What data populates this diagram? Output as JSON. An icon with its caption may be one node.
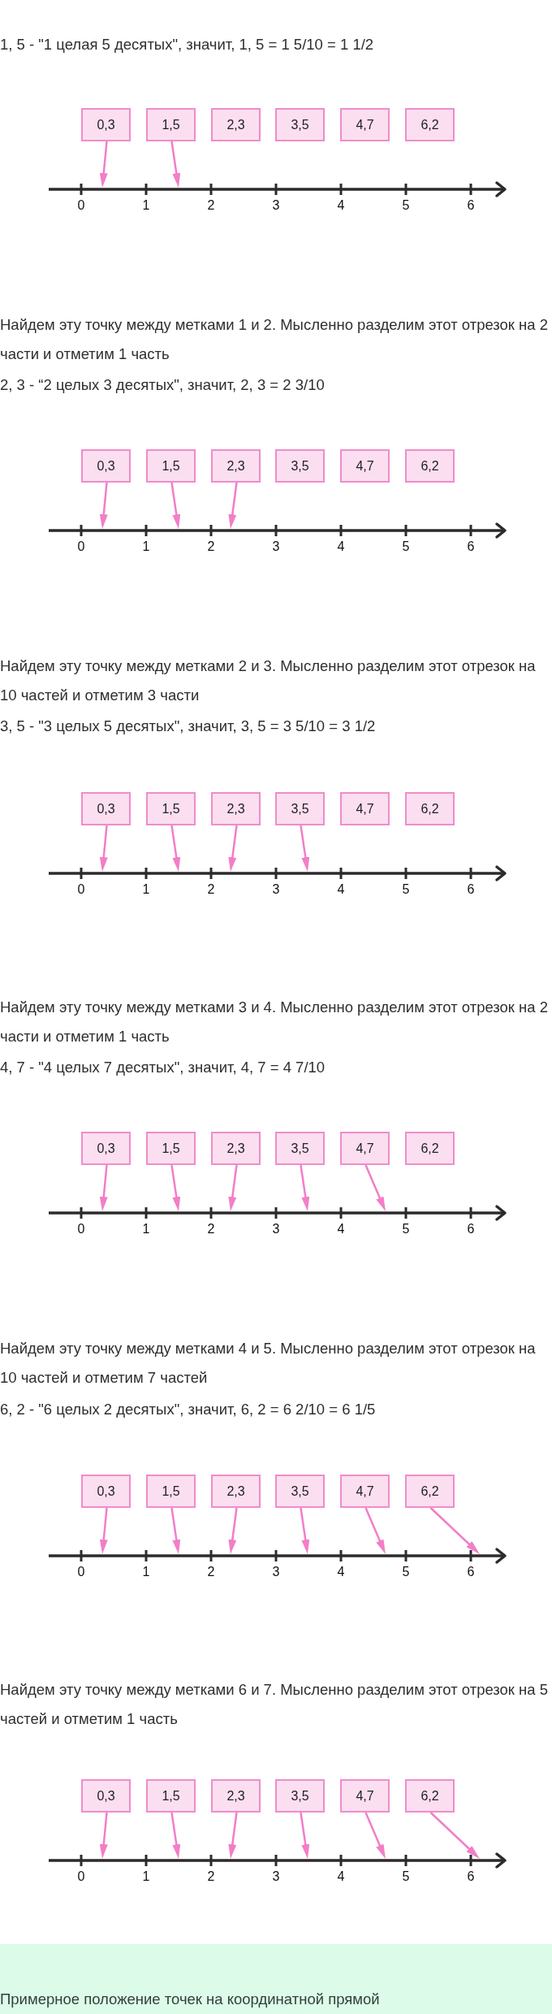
{
  "diagram": {
    "nodes": [
      {
        "text": [
          "0,3"
        ]
      },
      {
        "text": [
          "1,5"
        ]
      },
      {
        "text": [
          "2,3"
        ]
      },
      {
        "text": [
          "3,5"
        ]
      },
      {
        "text": [
          "4,7"
        ]
      },
      {
        "text": [
          "6,2"
        ]
      },
      {
        "text": [],
        "shape": "line",
        "beside": [
          "0",
          "1",
          "2",
          "3",
          "4",
          "5",
          "6"
        ]
      },
      {
        "text": [
          "0,3"
        ]
      },
      {
        "text": [
          "1,5"
        ]
      },
      {
        "text": [
          "2,3"
        ]
      },
      {
        "text": [
          "3,5"
        ]
      },
      {
        "text": [
          "4,7"
        ]
      },
      {
        "text": [
          "6,2"
        ]
      },
      {
        "text": [],
        "shape": "line",
        "beside": [
          "0",
          "1",
          "2",
          "3",
          "4",
          "5",
          "6"
        ]
      },
      {
        "text": [
          "0,3"
        ]
      },
      {
        "text": [
          "1,5"
        ]
      },
      {
        "text": [
          "2,3"
        ]
      },
      {
        "text": [
          "3,5"
        ]
      },
      {
        "text": [
          "4,7"
        ]
      },
      {
        "text": [
          "6,2"
        ]
      },
      {
        "text": [],
        "shape": "line",
        "beside": [
          "0",
          "1",
          "2",
          "3",
          "4",
          "5",
          "6"
        ]
      },
      {
        "text": [
          "0,3"
        ]
      },
      {
        "text": [
          "1,5"
        ]
      },
      {
        "text": [
          "2,3"
        ]
      },
      {
        "text": [
          "3,5"
        ]
      },
      {
        "text": [
          "4,7"
        ]
      },
      {
        "text": [
          "6,2"
        ]
      },
      {
        "text": [],
        "shape": "line",
        "beside": [
          "0",
          "1",
          "2",
          "3",
          "4",
          "5",
          "6"
        ]
      },
      {
        "text": [
          "0,3"
        ]
      },
      {
        "text": [
          "1,5"
        ]
      },
      {
        "text": [
          "2,3"
        ]
      },
      {
        "text": [
          "3,5"
        ]
      },
      {
        "text": [
          "4,7"
        ]
      },
      {
        "text": [
          "6,2"
        ]
      },
      {
        "text": [],
        "shape": "line",
        "beside": [
          "0",
          "1",
          "2",
          "3",
          "4",
          "5",
          "6"
        ]
      },
      {
        "text": [
          "0,3"
        ]
      },
      {
        "text": [
          "1,5"
        ]
      },
      {
        "text": [
          "2,3"
        ]
      },
      {
        "text": [
          "3,5"
        ]
      },
      {
        "text": [
          "4,7"
        ]
      },
      {
        "text": [
          "6,2"
        ]
      },
      {
        "text": [],
        "shape": "line",
        "beside": [
          "0",
          "1",
          "2",
          "3",
          "4",
          "5",
          "6"
        ]
      },
      {
        "text": [
          "Примерное положение точек на координатной прямой"
        ]
      }
    ],
    "edges": [
      {
        "from": 0,
        "to": 6,
        "arrow": "to"
      },
      {
        "from": 1,
        "to": 6,
        "arrow": "to"
      },
      {
        "from": 7,
        "to": 13,
        "arrow": "to"
      },
      {
        "from": 8,
        "to": 13,
        "arrow": "to"
      },
      {
        "from": 9,
        "to": 13,
        "arrow": "to"
      },
      {
        "from": 14,
        "to": 20,
        "arrow": "to"
      },
      {
        "from": 15,
        "to": 20,
        "arrow": "to"
      },
      {
        "from": 16,
        "to": 20,
        "arrow": "to"
      },
      {
        "from": 17,
        "to": 20,
        "arrow": "to"
      },
      {
        "from": 21,
        "to": 27,
        "arrow": "to"
      },
      {
        "from": 22,
        "to": 27,
        "arrow": "to"
      },
      {
        "from": 23,
        "to": 27,
        "arrow": "to"
      },
      {
        "from": 24,
        "to": 27,
        "arrow": "to"
      },
      {
        "from": 25,
        "to": 27,
        "arrow": "to"
      },
      {
        "from": 28,
        "to": 34,
        "arrow": "to"
      },
      {
        "from": 29,
        "to": 34,
        "arrow": "to"
      },
      {
        "from": 30,
        "to": 34,
        "arrow": "to"
      },
      {
        "from": 31,
        "to": 34,
        "arrow": "to"
      },
      {
        "from": 32,
        "to": 34,
        "arrow": "to"
      },
      {
        "from": 33,
        "to": 34,
        "arrow": "to"
      },
      {
        "from": 35,
        "to": 41,
        "arrow": "to"
      },
      {
        "from": 36,
        "to": 41,
        "arrow": "to"
      },
      {
        "from": 37,
        "to": 41,
        "arrow": "to"
      },
      {
        "from": 38,
        "to": 41,
        "arrow": "to"
      },
      {
        "from": 39,
        "to": 41,
        "arrow": "to"
      },
      {
        "from": 40,
        "to": 41,
        "arrow": "to"
      }
    ],
    "labels": [
      "1, 5 - \"1 целая 5 десятых\", значит, 1, 5 = 1 5/10 = 1 1/2",
      "Найдем эту точку между метками 1 и 2. Мысленно разделим этот отрезок на 2 части и отметим 1 часть",
      "2, 3 - “2 целых 3 десятых\", значит, 2, 3 = 2 3/10",
      "Найдем эту точку между метками 2 и 3. Мысленно разделим этот отрезок на 10 частей и отметим 3 части",
      "3, 5 - \"3 целых 5 десятых\", значит, 3, 5 = 3 5/10 = 3 1/2",
      "Найдем эту точку между метками 3 и 4. Мысленно разделим этот отрезок на 2 части и отметим 1 часть",
      "4, 7 - \"4 целых 7 десятых\", значит, 4, 7 = 4 7/10",
      "Найдем эту точку между метками 4 и 5. Мысленно разделим этот отрезок на 10 частей и отметим 7 частей",
      "6, 2 - \"6 целых 2 десятых\", значит, 6, 2 = 6 2/10 = 6 1/5",
      "Найдем эту точку между метками 6 и 7. Мысленно разделим этот отрезок на 5 частей и отметим 1 часть"
    ]
  }
}
